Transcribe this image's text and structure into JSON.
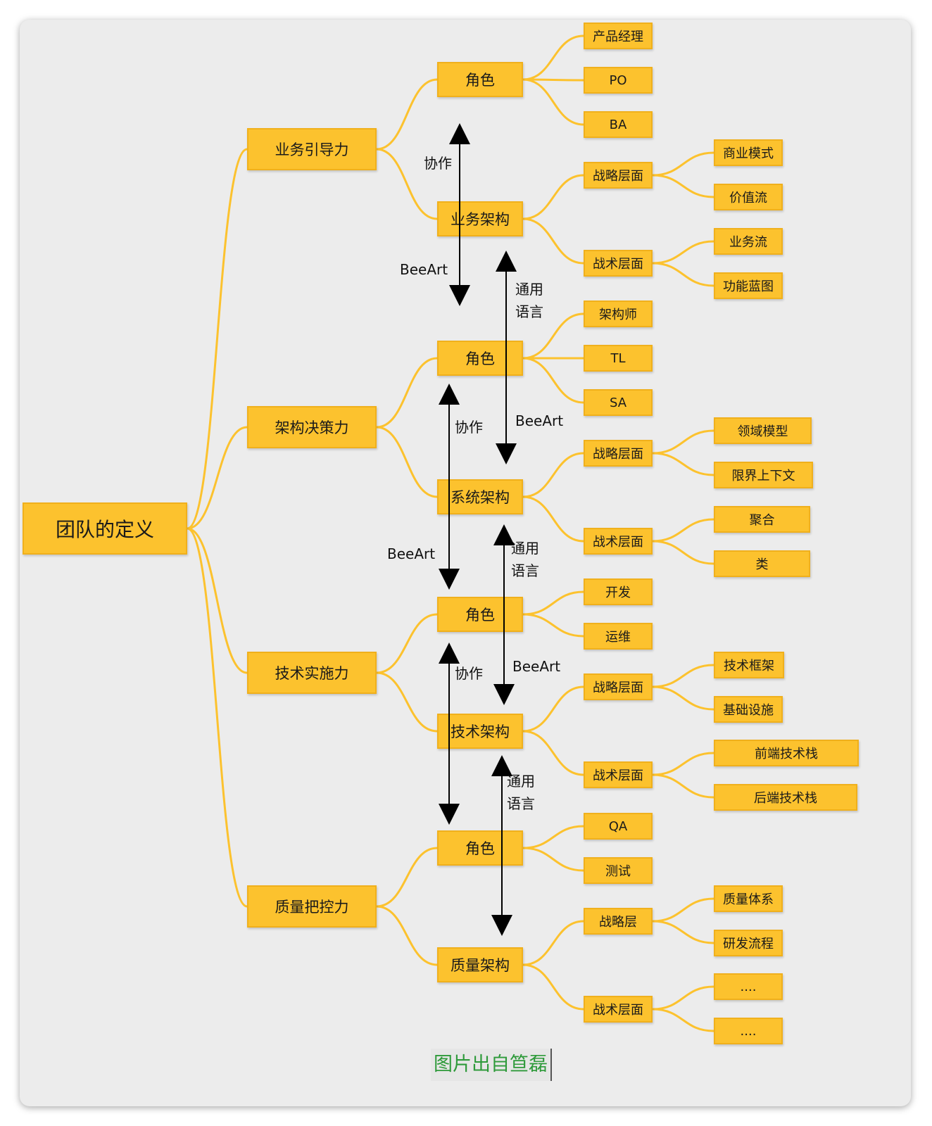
{
  "colors": {
    "node_fill": "#fcc22e",
    "node_border": "#f0b01c",
    "edge": "#fcc22e",
    "arrow": "#000000",
    "caption": "#2e9a3a",
    "background": "#ececec"
  },
  "root": {
    "label": "团队的定义"
  },
  "branches": [
    {
      "label": "业务引导力",
      "role": {
        "label": "角色",
        "children": [
          "产品经理",
          "PO",
          "BA"
        ]
      },
      "arch": {
        "label": "业务架构",
        "strategic": {
          "label": "战略层面",
          "children": [
            "商业模式",
            "价值流"
          ]
        },
        "tactical": {
          "label": "战术层面",
          "children": [
            "业务流",
            "功能蓝图"
          ]
        }
      }
    },
    {
      "label": "架构决策力",
      "role": {
        "label": "角色",
        "children": [
          "架构师",
          "TL",
          "SA"
        ]
      },
      "arch": {
        "label": "系统架构",
        "strategic": {
          "label": "战略层面",
          "children": [
            "领域模型",
            "限界上下文"
          ]
        },
        "tactical": {
          "label": "战术层面",
          "children": [
            "聚合",
            "类"
          ]
        }
      }
    },
    {
      "label": "技术实施力",
      "role": {
        "label": "角色",
        "children": [
          "开发",
          "运维"
        ]
      },
      "arch": {
        "label": "技术架构",
        "strategic": {
          "label": "战略层面",
          "children": [
            "技术框架",
            "基础设施"
          ]
        },
        "tactical": {
          "label": "战术层面",
          "children": [
            "前端技术栈",
            "后端技术栈"
          ]
        }
      }
    },
    {
      "label": "质量把控力",
      "role": {
        "label": "角色",
        "children": [
          "QA",
          "测试"
        ]
      },
      "arch": {
        "label": "质量架构",
        "strategic": {
          "label": "战略层",
          "children": [
            "质量体系",
            "研发流程"
          ]
        },
        "tactical": {
          "label": "战术层面",
          "children": [
            "....",
            "...."
          ]
        }
      }
    }
  ],
  "arrow_labels": [
    {
      "text": "协作"
    },
    {
      "text": "BeeArt"
    },
    {
      "text": "通用\n语言"
    },
    {
      "text": "协作"
    },
    {
      "text": "BeeArt"
    },
    {
      "text": "BeeArt"
    },
    {
      "text": "通用\n语言"
    },
    {
      "text": "协作"
    },
    {
      "text": "BeeArt"
    },
    {
      "text": "通用\n语言"
    }
  ],
  "caption": "图片出自笪磊"
}
